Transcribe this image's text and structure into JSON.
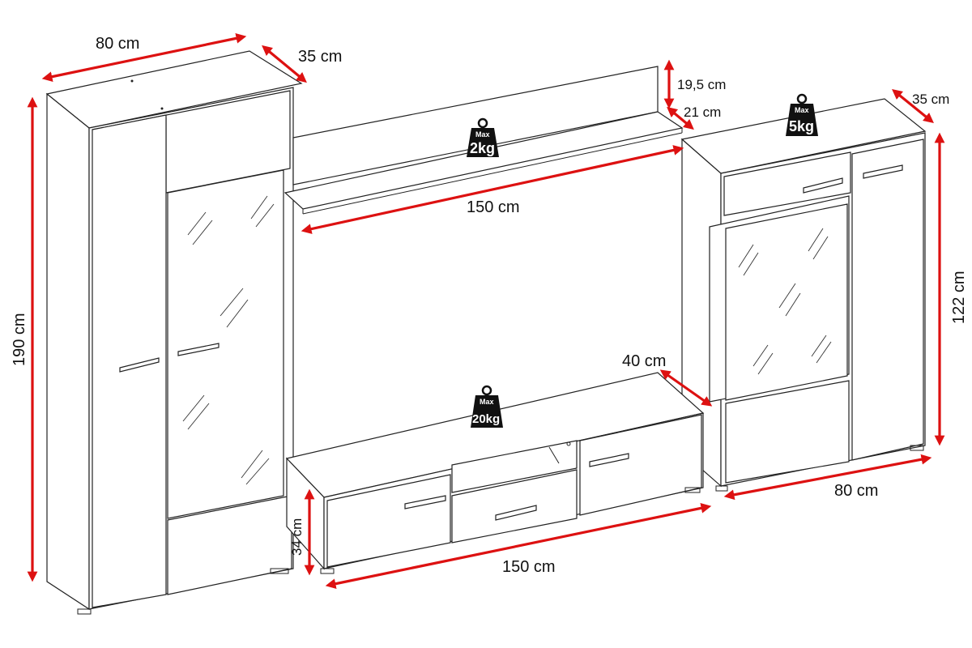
{
  "dimensions": {
    "tall_width": "80 cm",
    "tall_depth": "35 cm",
    "tall_height": "190 cm",
    "shelf_panel_height": "19,5 cm",
    "shelf_depth": "21 cm",
    "shelf_width": "150 cm",
    "right_depth": "35 cm",
    "right_height": "122 cm",
    "right_width": "80 cm",
    "tv_depth": "40 cm",
    "tv_height": "34 cm",
    "tv_width": "150 cm"
  },
  "weights": {
    "shelf": {
      "max": "Max",
      "value": "2kg"
    },
    "right_cabinet": {
      "max": "Max",
      "value": "5kg"
    },
    "tv_stand": {
      "max": "Max",
      "value": "20kg"
    }
  },
  "colors": {
    "dimension_line": "#dd1111",
    "outline": "#222222"
  }
}
